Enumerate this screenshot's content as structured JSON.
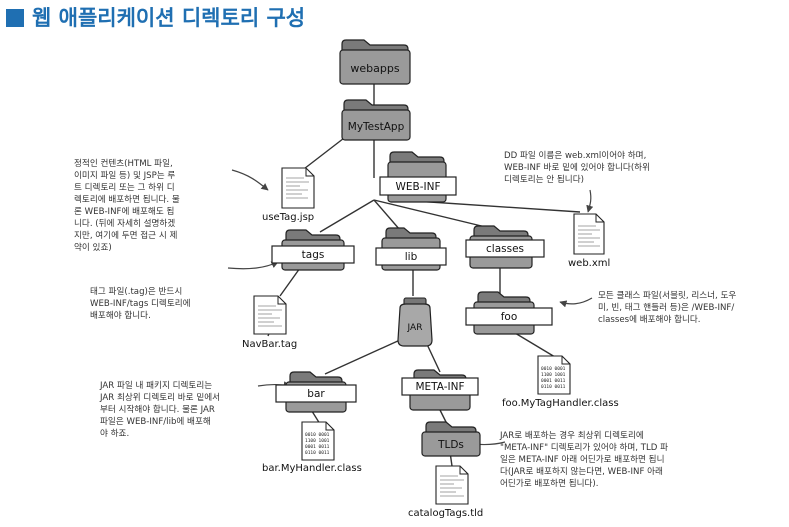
{
  "title": "웹 애플리케이션 디렉토리 구성",
  "folders": {
    "webapps": "webapps",
    "mytestapp": "MyTestApp",
    "webinf": "WEB-INF",
    "tags": "tags",
    "lib": "lib",
    "classes": "classes",
    "foo": "foo",
    "bar": "bar",
    "metainf": "META-INF",
    "tlds": "TLDs"
  },
  "jar_label": "JAR",
  "files": {
    "usetag": "useTag.jsp",
    "webxml": "web.xml",
    "navbar": "NavBar.tag",
    "foohandler": "foo.MyTagHandler.class",
    "barhandler": "bar.MyHandler.class",
    "catalog": "catalogTags.tld"
  },
  "notes": {
    "static": "정적인 컨텐츠(HTML 파일,\n이미지 파일 등) 및 JSP는 루\n트 디렉토리 또는 그 하위 디\n렉토리에 배포하면 됩니다. 물\n론 WEB-INF에 배포해도 됩\n니다. (뒤에 자세히 설명하겠\n지만, 여기에 두면 접근 시 제\n약이 있죠)",
    "dd": "DD 파일 이름은 web.xml이어야 하며,\nWEB-INF 바로 밑에 있어야 합니다(하위\n디렉토리는 안 됩니다)",
    "tagfile": "태그 파일(.tag)은 반드시\nWEB-INF/tags 디렉토리에\n배포해야 합니다.",
    "classes": "모든 클래스 파일(서블릿, 리스너, 도우\n미, 빈, 태그 핸들러 등)은 /WEB-INF/\nclasses에 배포해야 합니다.",
    "jar": "JAR 파일 내 패키지 디렉토리는\nJAR 최상위 디렉토리 바로 밑에서\n부터 시작해야 합니다. 물론 JAR\n파일은 WEB-INF/lib에 배포해\n야 하죠.",
    "tld": "JAR로 배포하는 경우 최상위 디렉토리에\n\"META-INF\" 디렉토리가 있어야 하며, TLD 파\n일은 META-INF 아래 어딘가로 배포하면 됩니\n다(JAR로 배포하지 않는다면, WEB-INF 아래\n어딘가로 배포하면 됩니다)."
  }
}
